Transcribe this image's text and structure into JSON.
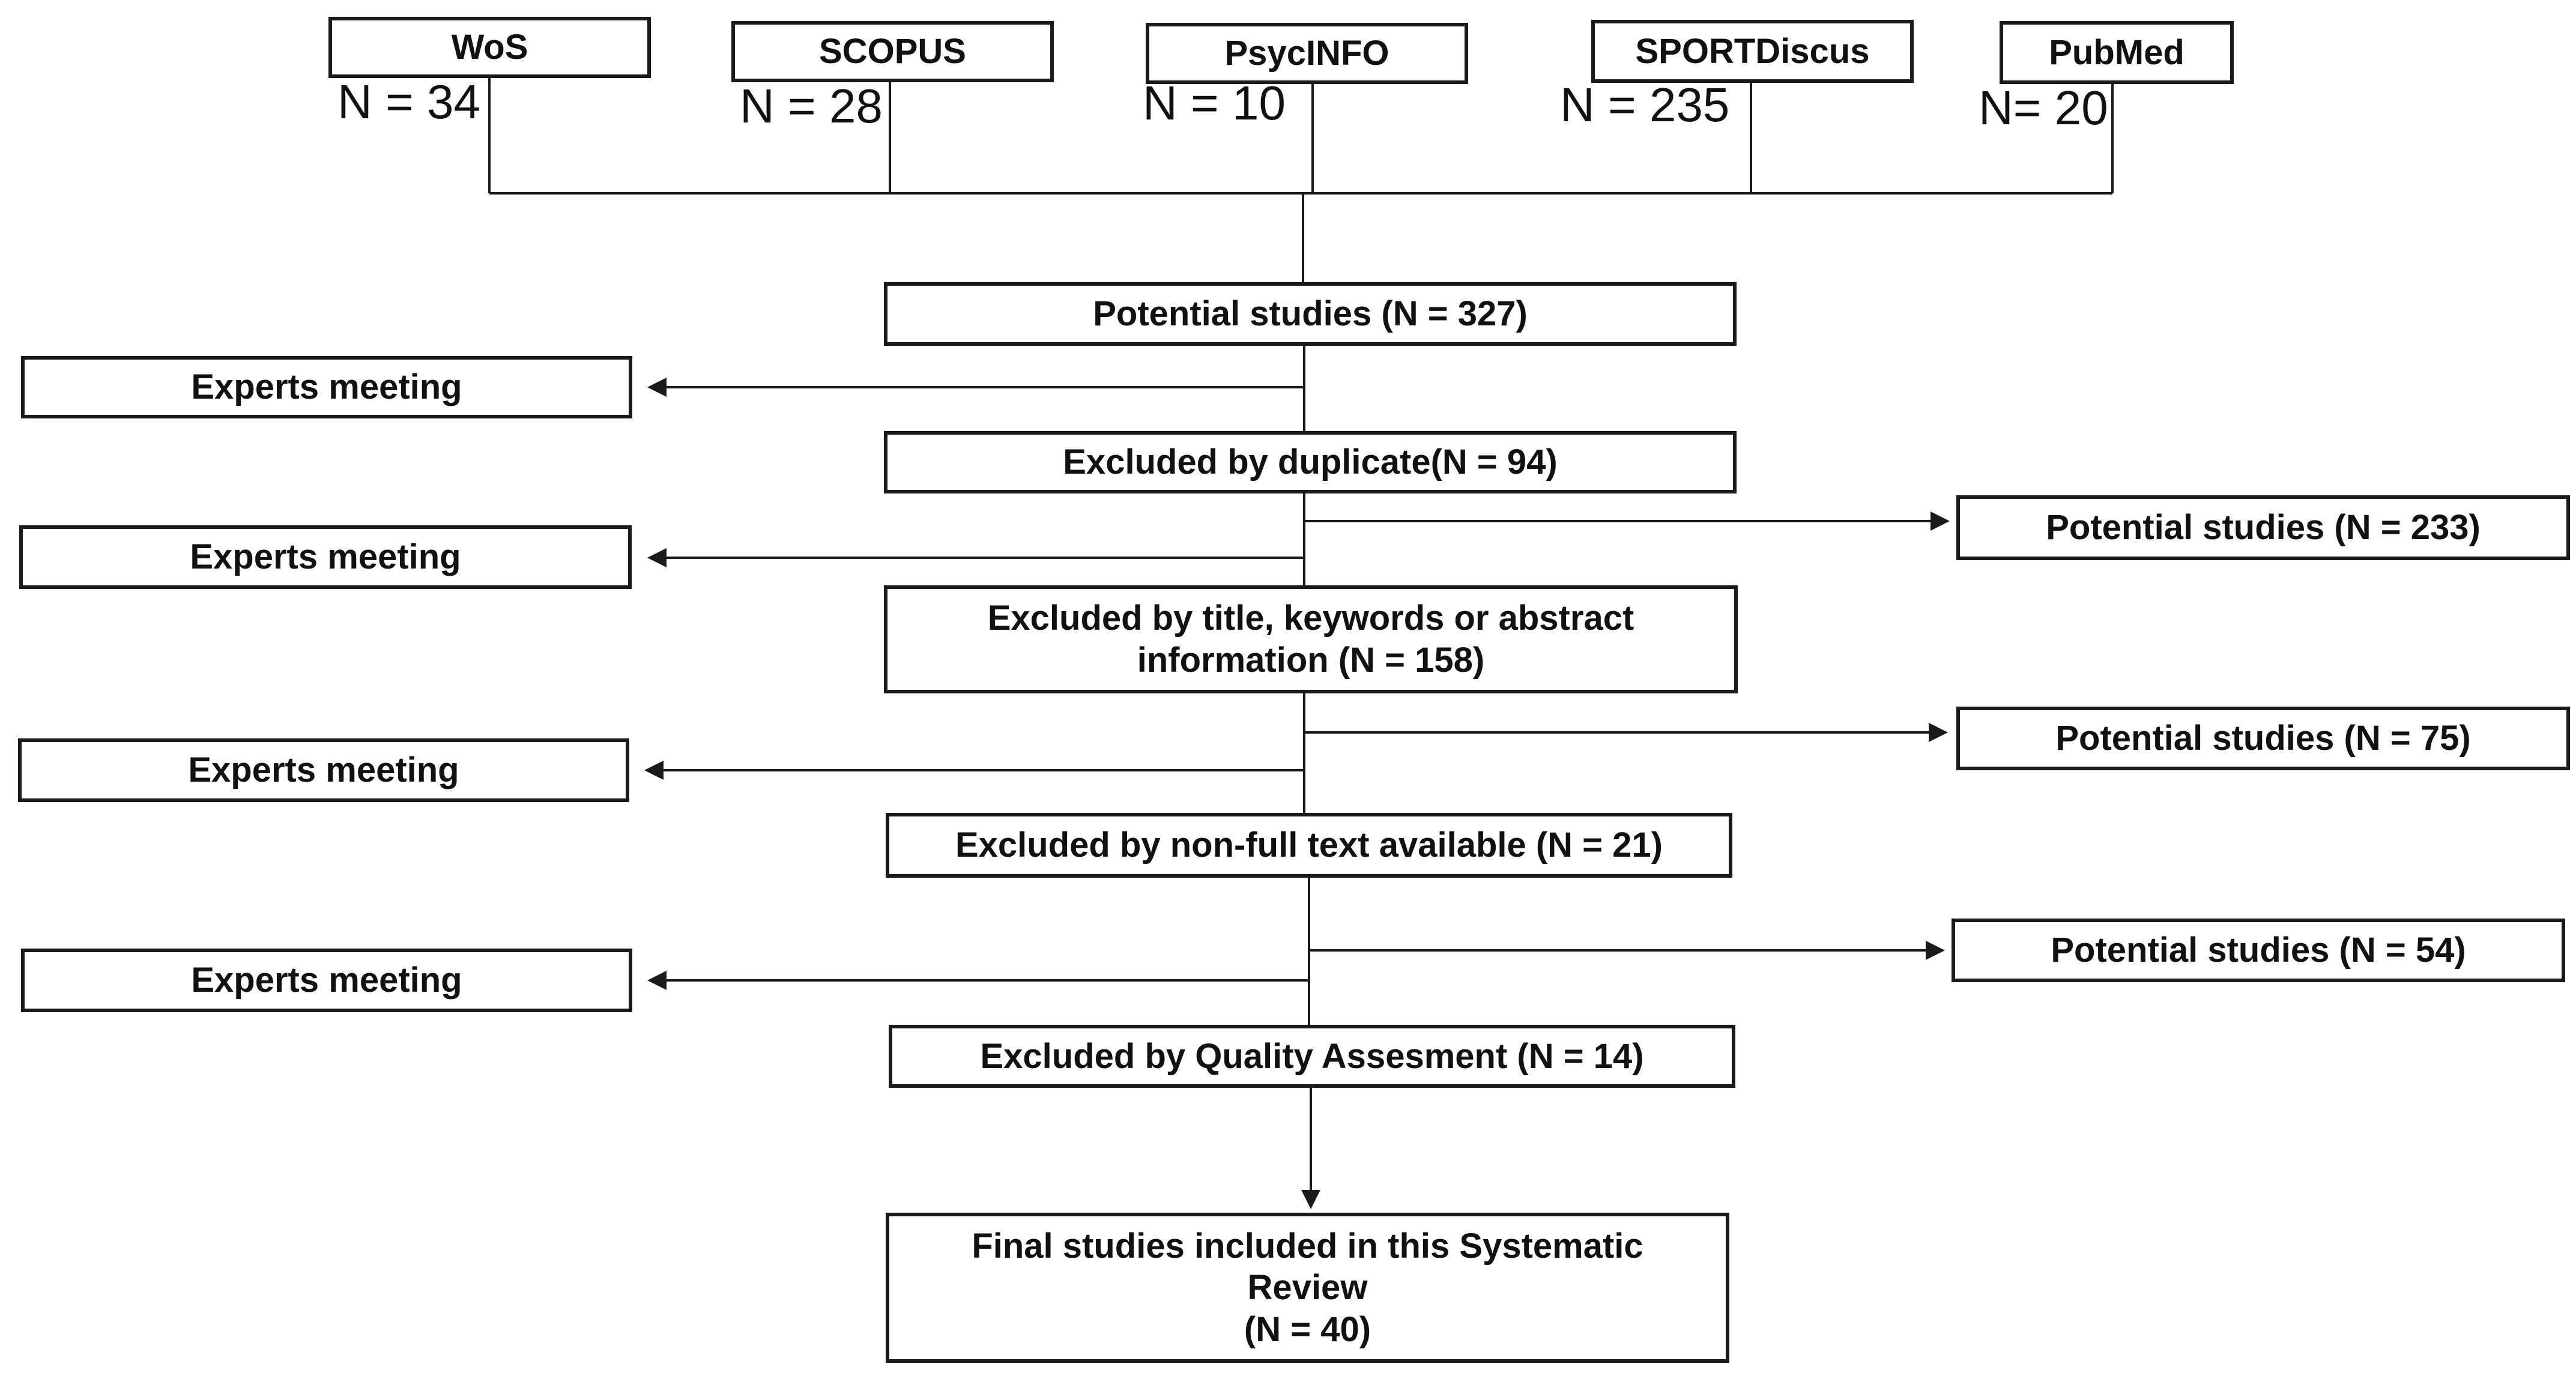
{
  "sources": [
    {
      "name": "WoS",
      "count": "N = 34"
    },
    {
      "name": "SCOPUS",
      "count": "N = 28"
    },
    {
      "name": "PsycINFO",
      "count": "N = 10"
    },
    {
      "name": "SPORTDiscus",
      "count": "N = 235"
    },
    {
      "name": "PubMed",
      "count": "N= 20"
    }
  ],
  "flow": {
    "potential_studies_327": "Potential studies (N = 327)",
    "excluded_duplicate": "Excluded by duplicate(N = 94)",
    "excluded_title": "Excluded by title, keywords or abstract\ninformation (N = 158)",
    "excluded_fulltext": "Excluded by non-full text available (N = 21)",
    "excluded_quality": "Excluded by Quality Assesment (N = 14)",
    "final": "Final studies included in this Systematic\nReview\n(N = 40)"
  },
  "experts": [
    "Experts meeting",
    "Experts meeting",
    "Experts meeting",
    "Experts meeting"
  ],
  "potential_side": [
    "Potential studies (N = 233)",
    "Potential studies (N = 75)",
    "Potential studies (N = 54)"
  ],
  "colors": {
    "line": "#1a1a1a",
    "text": "#111111",
    "background": "#ffffff"
  }
}
